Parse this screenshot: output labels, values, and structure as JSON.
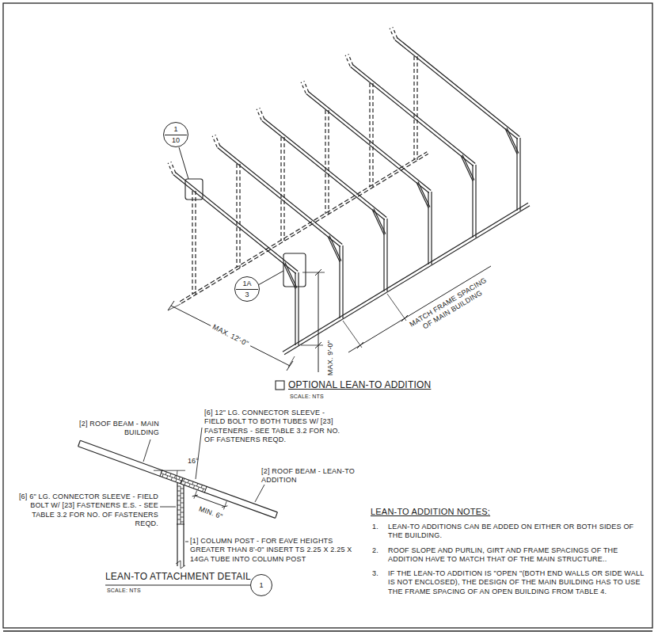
{
  "diagram": {
    "nodes": [
      {
        "text": [
          "1",
          "10"
        ]
      },
      {
        "text": [
          "1A",
          "3"
        ]
      },
      {
        "text": [
          "1"
        ]
      }
    ],
    "labels": [
      "MAX. 12'-0\"",
      "MAX. 9'-0\"",
      "MATCH FRAME SPACING OF MAIN BUILDING",
      "OPTIONAL LEAN-TO ADDITION",
      "SCALE: NTS",
      "[2] ROOF BEAM - MAIN BUILDING",
      "16°",
      "[6] 12\" LG. CONNECTOR SLEEVE - FIELD BOLT TO BOTH TUBES W/ [23] FASTENERS - SEE TABLE 3.2 FOR NO. OF FASTENERS REQD.",
      "[2] ROOF BEAM - LEAN-TO ADDITION",
      "MIN. 6\"",
      "[6] 6\" LG. CONNECTOR SLEEVE - FIELD BOLT W/ [23] FASTENERS E.S. - SEE TABLE 3.2 FOR NO. OF FASTENERS REQD.",
      "[1] COLUMN POST - FOR EAVE HEIGHTS GREATER THAN 8'-0\" INSERT TS 2.25 X 2.25 X 14GA TUBE INTO COLUMN POST",
      "LEAN-TO ATTACHMENT DETAIL",
      "SCALE: NTS",
      "LEAN-TO ADDITION NOTES:",
      "1.",
      "LEAN-TO ADDITIONS CAN BE ADDED ON EITHER OR BOTH SIDES OF THE BUILDING.",
      "2.",
      "ROOF SLOPE AND PURLIN, GIRT AND FRAME SPACINGS OF THE ADDITION HAVE TO MATCH THAT OF THE MAIN STRUCTURE..",
      "3.",
      "IF THE LEAN-TO ADDITION IS \"OPEN \"(BOTH END WALLS OR SIDE WALL IS NOT ENCLOSED), THE DESIGN OF THE MAIN BUILDING HAS TO USE THE FRAME SPACING OF AN OPEN BUILDING FROM TABLE 4."
    ]
  }
}
